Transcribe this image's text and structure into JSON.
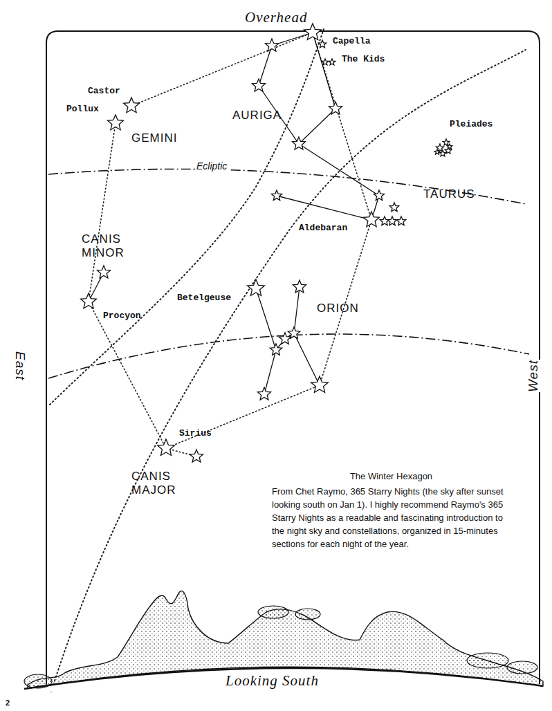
{
  "diagram": {
    "title": "The Winter Hexagon",
    "caption": "From Chet Raymo, 365 Starry Nights (the sky after sunset looking south on Jan 1). I highly recommend Raymo's 365 Starry Nights as a readable and fascinating introduction to the night sky and constellations, organized in 15-minutes sections for each night of the year.",
    "labels": [
      "Overhead",
      "Capella",
      "The Kids",
      "Castor",
      "Pollux",
      "GEMINI",
      "AURIGA",
      "Pleiades",
      "Ecliptic",
      "TAURUS",
      "Aldebaran",
      "CANIS MINOR",
      "Procyon",
      "Betelgeuse",
      "ORION",
      "East",
      "West",
      "Sirius",
      "CANIS MAJOR",
      "Looking South",
      "2"
    ]
  }
}
